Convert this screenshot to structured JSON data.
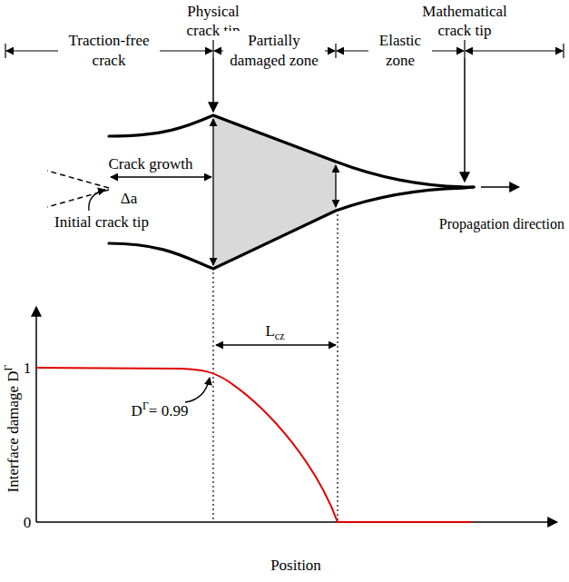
{
  "diagram": {
    "labels": [
      "Physical crack tip",
      "Mathematical crack tip",
      "Traction-free crack",
      "Partially damaged zone",
      "Elastic zone",
      "Crack growth",
      "Δa",
      "Initial crack tip",
      "Propagation direction",
      "Interface damage D",
      "Γ",
      "1",
      "0",
      "Position",
      "L",
      "cz",
      "D",
      "Γ",
      "= 0.99"
    ]
  }
}
